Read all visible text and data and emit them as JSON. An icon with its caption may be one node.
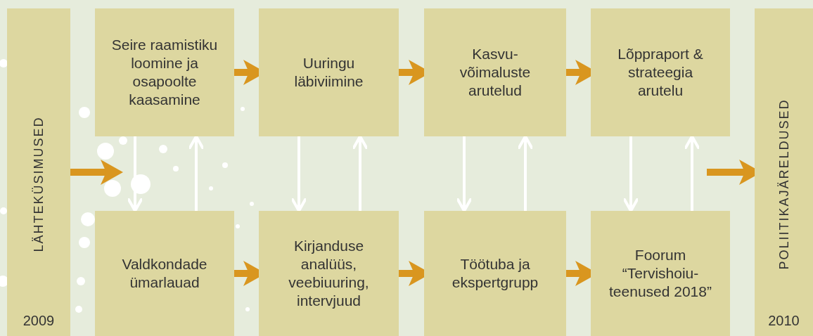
{
  "diagram": {
    "nodes": [
      {
        "text": [
          "LÄHTEKÜSIMUSED",
          "2009"
        ]
      },
      {
        "text": [
          "Seire raamistiku loomine ja osapoolte kaasamine"
        ]
      },
      {
        "text": [
          "Uuringu läbiviimine"
        ]
      },
      {
        "text": [
          "Kasvu- võimaluste arutelud"
        ]
      },
      {
        "text": [
          "Lõppraport & strateegia arutelu"
        ]
      },
      {
        "text": [
          "Valdkondade ümarlauad"
        ]
      },
      {
        "text": [
          "Kirjanduse analüüs, veebiuuring, intervjuud"
        ]
      },
      {
        "text": [
          "Töötuba ja ekspertgrupp"
        ]
      },
      {
        "text": [
          "Foorum “Tervishoiu- teenused 2018”"
        ]
      },
      {
        "text": [
          "POLIITIKAJÄRELDUSED",
          "2010"
        ]
      }
    ],
    "edges": [
      {
        "from": 0,
        "to": 5,
        "arrow": "to",
        "style": "thick",
        "color": "#d9961f"
      },
      {
        "from": 1,
        "to": 2,
        "arrow": "to",
        "style": "thick",
        "color": "#d9961f"
      },
      {
        "from": 2,
        "to": 3,
        "arrow": "to",
        "style": "thick",
        "color": "#d9961f"
      },
      {
        "from": 3,
        "to": 4,
        "arrow": "to",
        "style": "thick",
        "color": "#d9961f"
      },
      {
        "from": 5,
        "to": 6,
        "arrow": "to",
        "style": "thick",
        "color": "#d9961f"
      },
      {
        "from": 6,
        "to": 7,
        "arrow": "to",
        "style": "thick",
        "color": "#d9961f"
      },
      {
        "from": 7,
        "to": 8,
        "arrow": "to",
        "style": "thick",
        "color": "#d9961f"
      },
      {
        "from": null,
        "to": 9,
        "arrow": "to",
        "style": "thick",
        "color": "#d9961f"
      },
      {
        "from": 1,
        "to": 5,
        "arrow": "to",
        "color": "#ffffff"
      },
      {
        "from": 5,
        "to": 1,
        "arrow": "to",
        "color": "#ffffff"
      },
      {
        "from": 2,
        "to": 6,
        "arrow": "to",
        "color": "#ffffff"
      },
      {
        "from": 6,
        "to": 2,
        "arrow": "to",
        "color": "#ffffff"
      },
      {
        "from": 3,
        "to": 7,
        "arrow": "to",
        "color": "#ffffff"
      },
      {
        "from": 7,
        "to": 3,
        "arrow": "to",
        "color": "#ffffff"
      },
      {
        "from": 4,
        "to": 8,
        "arrow": "to",
        "color": "#ffffff"
      },
      {
        "from": 8,
        "to": 4,
        "arrow": "to",
        "color": "#ffffff"
      }
    ]
  }
}
